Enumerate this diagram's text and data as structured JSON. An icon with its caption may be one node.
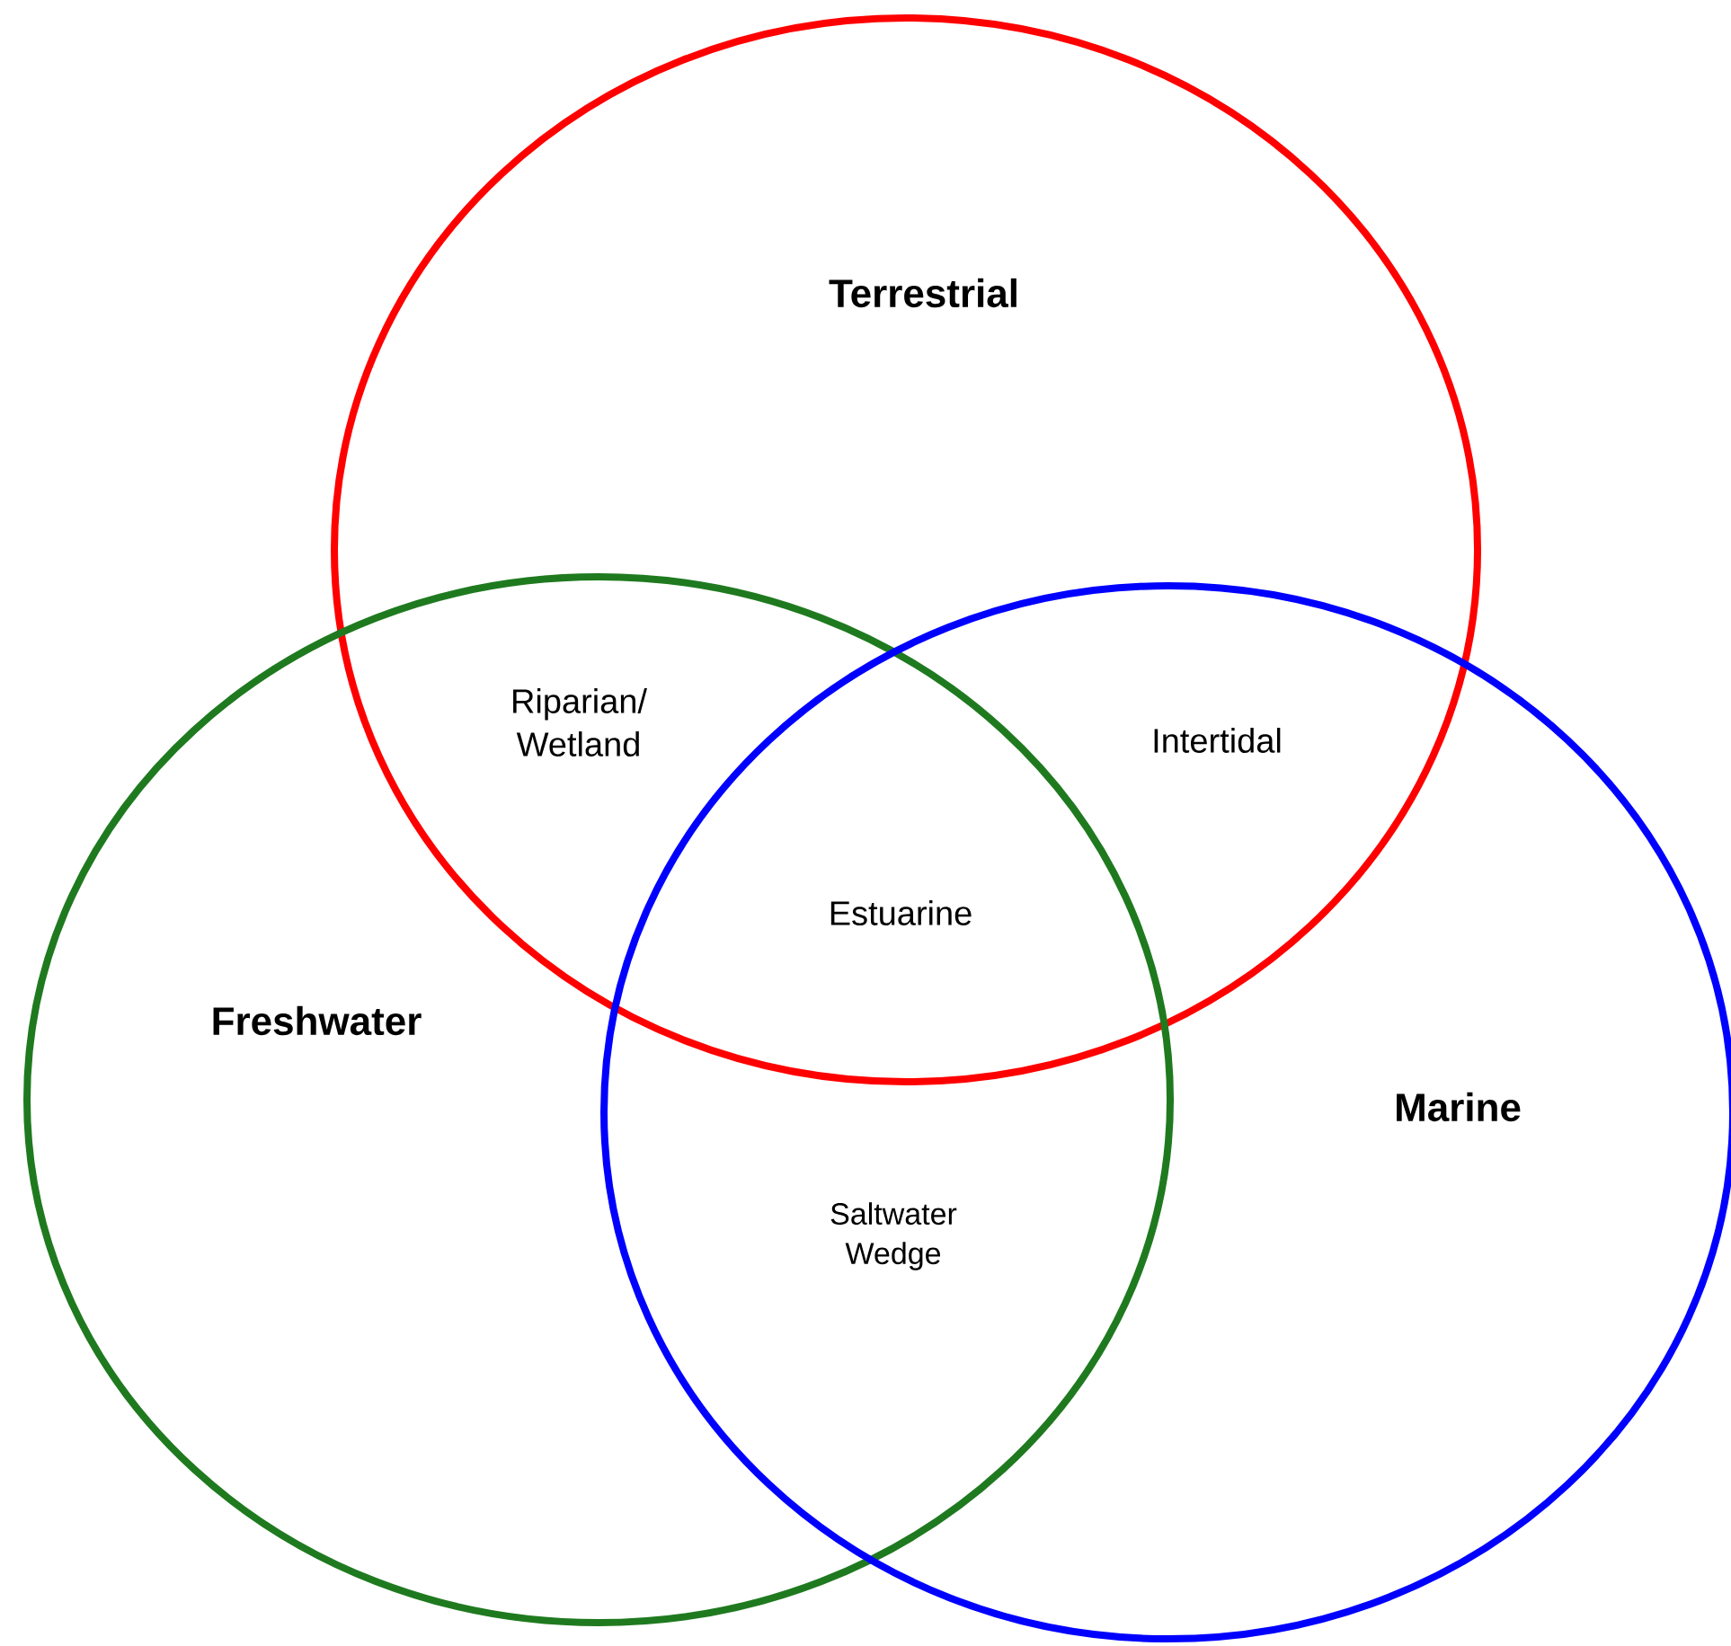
{
  "diagram": {
    "nodes": [
      {
        "text": [
          "Terrestrial"
        ]
      },
      {
        "text": [
          "Freshwater"
        ]
      },
      {
        "text": [
          "Marine"
        ]
      }
    ],
    "labels": [
      "Riparian/ Wetland",
      "Intertidal",
      "Estuarine",
      "Saltwater Wedge"
    ]
  }
}
